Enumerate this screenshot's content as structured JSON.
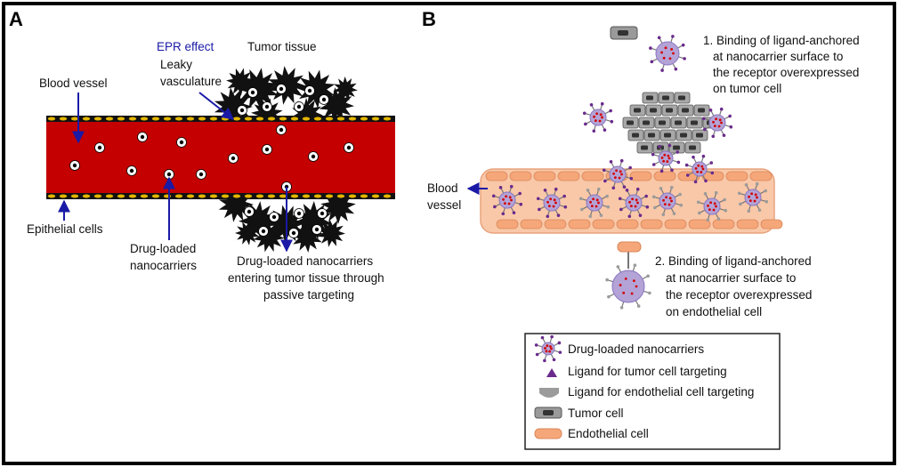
{
  "panel_a": {
    "letter": "A",
    "epr_effect": "EPR effect",
    "tumor_tissue": "Tumor tissue",
    "leaky": "Leaky",
    "vasculature": "vasculature",
    "blood_vessel": "Blood vessel",
    "epithelial_cells": "Epithelial cells",
    "drug_loaded_1": "Drug-loaded",
    "drug_loaded_2": "nanocarriers",
    "passive_1": "Drug-loaded nanocarriers",
    "passive_2": "entering tumor tissue through",
    "passive_3": "passive targeting"
  },
  "panel_b": {
    "letter": "B",
    "step1_line1": "1. Binding of ligand-anchored",
    "step1_line2": "at nanocarrier surface to",
    "step1_line3": "the receptor overexpressed",
    "step1_line4": "on tumor cell",
    "blood_1": "Blood",
    "blood_2": "vessel",
    "step2_line1": "2. Binding of ligand-anchored",
    "step2_line2": "at nanocarrier surface to",
    "step2_line3": "the receptor overexpressed",
    "step2_line4": "on endothelial cell",
    "legend": [
      "Drug-loaded nanocarriers",
      "Ligand for tumor cell targeting",
      "Ligand for endothelial cell targeting",
      "Tumor cell",
      "Endothelial cell"
    ]
  },
  "colors": {
    "vessel_red": "#c40000",
    "endothelial": "#f6b48c",
    "nanocarrier": "#b3a3d6",
    "tumor_ligand": "#6a2a8c",
    "endo_ligand": "#9b9b9b",
    "arrow_blue": "#1a1aa6"
  }
}
